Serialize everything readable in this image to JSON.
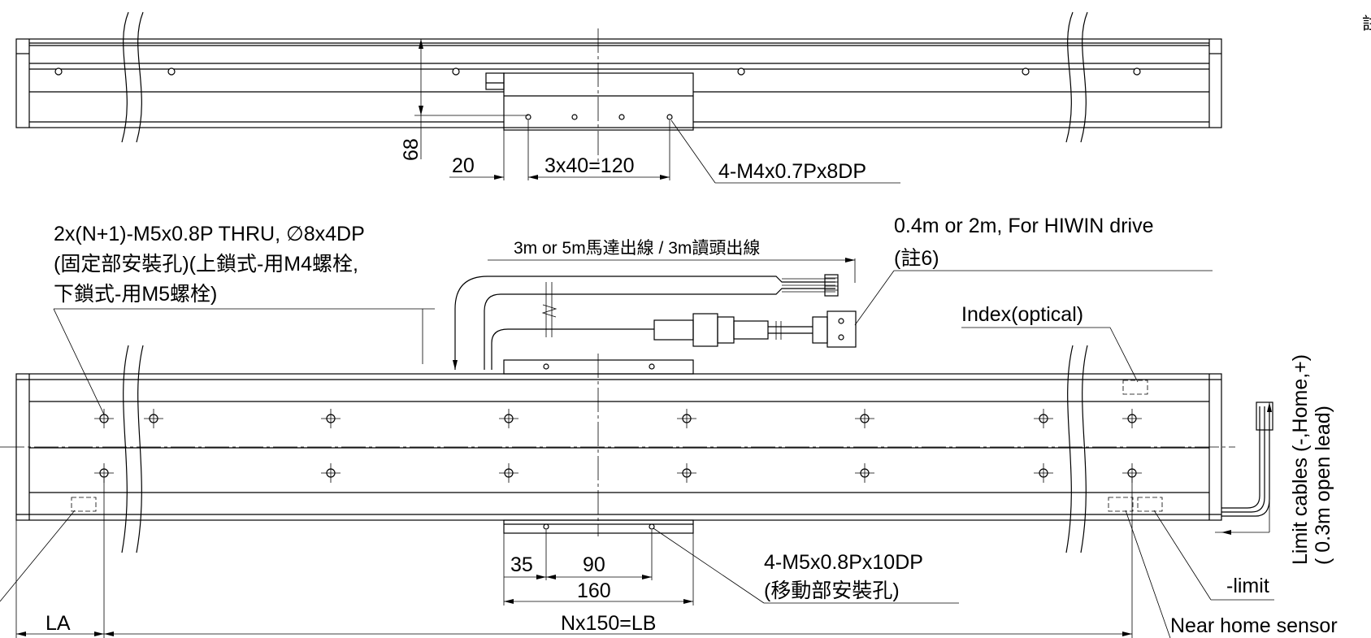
{
  "dimensions": {
    "height_68": "68",
    "dim_20": "20",
    "dim_3x40": "3x40=120",
    "dim_35": "35",
    "dim_90": "90",
    "dim_160": "160",
    "dim_LA": "LA",
    "dim_LB": "Nx150=LB"
  },
  "callouts": {
    "top_holes": "4-M4x0.7Px8DP",
    "stator_holes_line1": "2x(N+1)-M5x0.8P THRU, ∅8x4DP",
    "stator_holes_line2": "(固定部安裝孔)(上鎖式-用M4螺栓,",
    "stator_holes_line3": "下鎖式-用M5螺栓)",
    "motor_cable": "3m or 5m馬達出線 / 3m讀頭出線",
    "drive_cable_line1": "0.4m or 2m, For HIWIN drive",
    "drive_cable_line2": "(註6)",
    "index": "Index(optical)",
    "mover_holes_line1": "4-M5x0.8Px10DP",
    "mover_holes_line2": "(移動部安裝孔)",
    "limit_minus": "-limit",
    "near_home": "Near home sensor",
    "limit_cables_line1": "Limit cables (-,Home,+)",
    "limit_cables_line2": "( 0.3m open lead)",
    "corner_glyph": "註"
  }
}
